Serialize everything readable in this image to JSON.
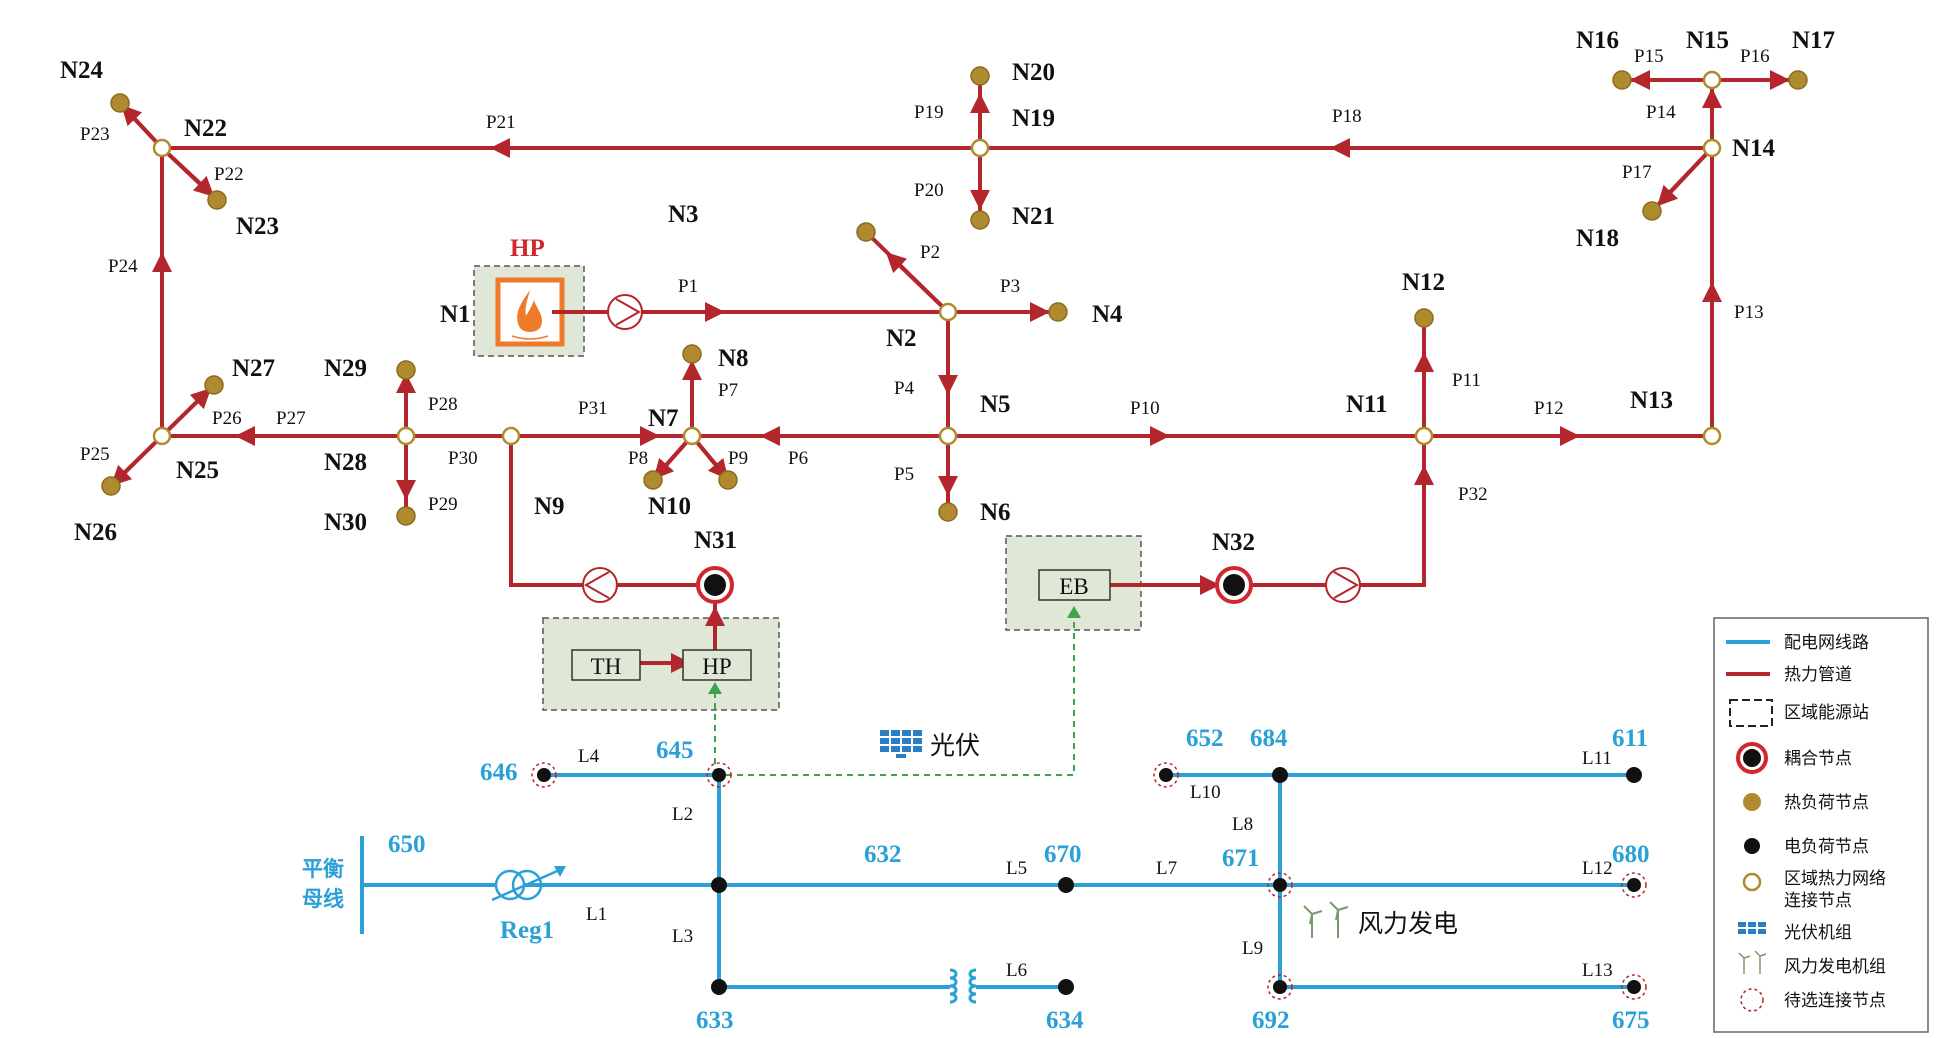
{
  "colors": {
    "pipe": "#b3262b",
    "line": "#2aa0d6",
    "heat_node": "#b08a2e",
    "station_fill": "#dfe8d6",
    "station_border": "#555555",
    "hp_orange": "#ee7a2a",
    "green_dash": "#3fa34d"
  },
  "heat_network": {
    "nodes": [
      "N1",
      "N2",
      "N3",
      "N4",
      "N5",
      "N6",
      "N7",
      "N8",
      "N9",
      "N10",
      "N11",
      "N12",
      "N13",
      "N14",
      "N15",
      "N16",
      "N17",
      "N18",
      "N19",
      "N20",
      "N21",
      "N22",
      "N23",
      "N24",
      "N25",
      "N26",
      "N27",
      "N28",
      "N29",
      "N30",
      "N31",
      "N32"
    ],
    "pipes": [
      "P1",
      "P2",
      "P3",
      "P4",
      "P5",
      "P6",
      "P7",
      "P8",
      "P9",
      "P10",
      "P11",
      "P12",
      "P13",
      "P14",
      "P15",
      "P16",
      "P17",
      "P18",
      "P19",
      "P20",
      "P21",
      "P22",
      "P23",
      "P24",
      "P25",
      "P26",
      "P27",
      "P28",
      "P29",
      "P30",
      "P31",
      "P32"
    ],
    "hp_title": "HP"
  },
  "stations": {
    "th": "TH",
    "hp": "HP",
    "eb": "EB"
  },
  "power_network": {
    "buses": [
      "650",
      "645",
      "646",
      "632",
      "633",
      "634",
      "670",
      "671",
      "652",
      "684",
      "611",
      "680",
      "692",
      "675"
    ],
    "lines": [
      "L1",
      "L2",
      "L3",
      "L4",
      "L5",
      "L6",
      "L7",
      "L8",
      "L9",
      "L10",
      "L11",
      "L12",
      "L13"
    ],
    "balance_bus": [
      "平衡",
      "母线"
    ],
    "regulator": "Reg1",
    "pv_label": "光伏",
    "wind_label": "风力发电"
  },
  "legend": {
    "items": [
      "配电网线路",
      "热力管道",
      "区域能源站",
      "耦合节点",
      "热负荷节点",
      "电负荷节点",
      "区域热力网络",
      "连接节点",
      "光伏机组",
      "风力发电机组",
      "待选连接节点"
    ]
  }
}
